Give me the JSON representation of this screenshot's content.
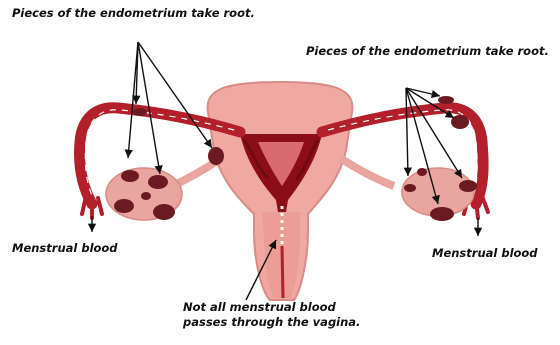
{
  "labels": {
    "top_left": "Pieces of the endometrium take root.",
    "top_right": "Pieces of the endometrium take root.",
    "menstrual_left": "Menstrual blood",
    "menstrual_right": "Menstrual blood",
    "bottom_line1": "Not all menstrual blood",
    "bottom_line2": "passes through the vagina."
  },
  "colors": {
    "uterus_outer": "#f0a8a2",
    "uterus_inner": "#d98b85",
    "tube": "#b3202b",
    "tube_dark": "#7a0f17",
    "endometrium": "#8a0d18",
    "ovary": "#e9a6a0",
    "lesion": "#6b1a22",
    "arrow": "#111111",
    "text": "#111111"
  }
}
